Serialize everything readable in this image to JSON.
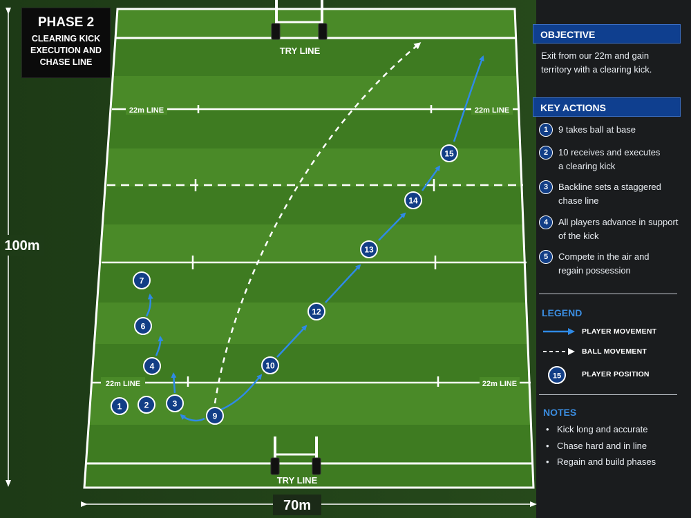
{
  "title": {
    "heading": "PHASE 2",
    "sub": "CLEARING KICK EXECUTION AND CHASE LINE"
  },
  "field": {
    "try_line_top": "TRY LINE",
    "try_line_bottom": "TRY LINE",
    "line_22_left_top": "22m LINE",
    "line_22_right_top": "22m LINE",
    "line_22_left_bottom": "22m LINE",
    "line_22_right_bottom": "22m LINE",
    "length_label": "100m",
    "width_label": "70m"
  },
  "players": [
    {
      "num": "1"
    },
    {
      "num": "2"
    },
    {
      "num": "3"
    },
    {
      "num": "9"
    },
    {
      "num": "4"
    },
    {
      "num": "6"
    },
    {
      "num": "7"
    },
    {
      "num": "10"
    },
    {
      "num": "12"
    },
    {
      "num": "13"
    },
    {
      "num": "14"
    },
    {
      "num": "15"
    }
  ],
  "objective": {
    "header": "OBJECTIVE",
    "text_line1": "Exit from our 22m and gain",
    "text_line2": "territory with a clearing kick."
  },
  "key_actions": {
    "header": "KEY ACTIONS",
    "items": [
      {
        "num": "1",
        "line1": "9 takes ball at base",
        "line2": ""
      },
      {
        "num": "2",
        "line1": "10 receives and executes",
        "line2": "a clearing kick"
      },
      {
        "num": "3",
        "line1": "Backline sets a staggered",
        "line2": "chase line"
      },
      {
        "num": "4",
        "line1": "All players advance in support",
        "line2": "of the kick"
      },
      {
        "num": "5",
        "line1": "Compete in the air and",
        "line2": "regain possession"
      }
    ]
  },
  "legend": {
    "header": "LEGEND",
    "player_movement": "PLAYER MOVEMENT",
    "ball_movement": "BALL MOVEMENT",
    "position_num": "15",
    "player_position": "PLAYER POSITION"
  },
  "notes": {
    "header": "NOTES",
    "items": [
      "Kick long and accurate",
      "Chase hard and in line",
      "Regain and build phases"
    ]
  },
  "colors": {
    "accent": "#1f6fd6",
    "panel_header": "#0f3f8f",
    "player_fill": "#123e86",
    "grass_dark": "#3f7d22",
    "grass_light": "#4d8f2a"
  }
}
